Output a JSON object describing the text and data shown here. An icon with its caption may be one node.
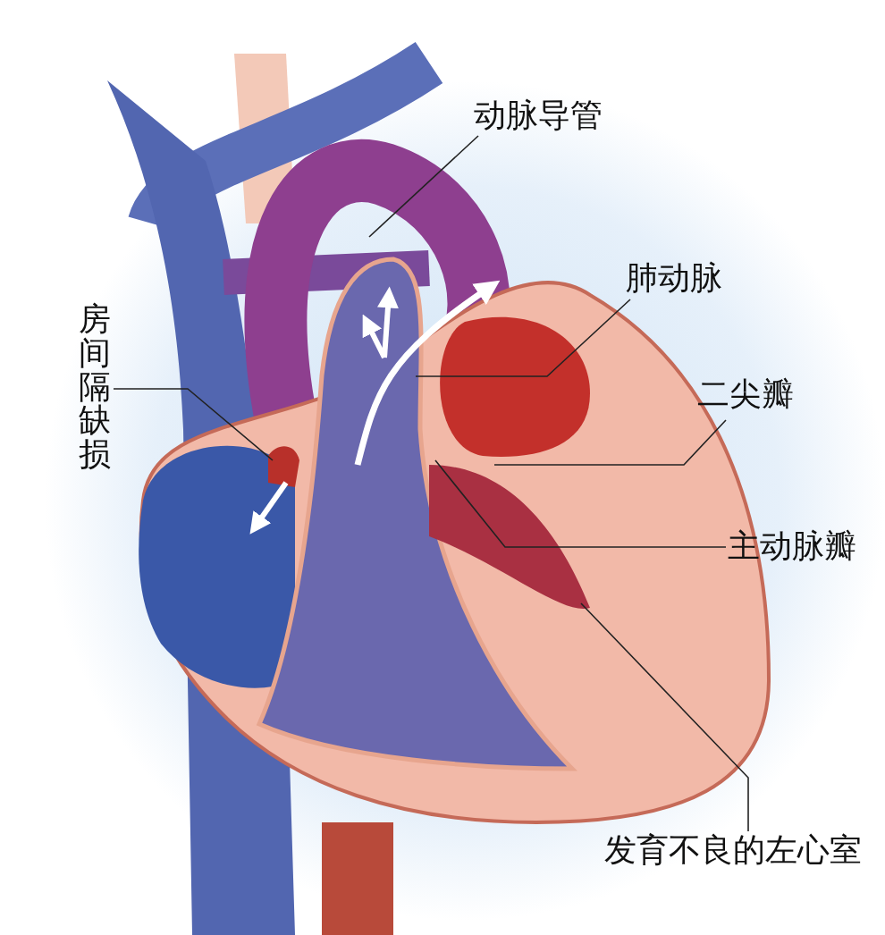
{
  "diagram": {
    "nodes": [
      {
        "text": [
          "动脉导管"
        ]
      },
      {
        "text": [
          "肺动脉"
        ]
      },
      {
        "text": [
          "二尖瓣"
        ]
      },
      {
        "text": [
          "主动脉瓣"
        ]
      },
      {
        "text": [
          "发育不良的左心室"
        ]
      },
      {
        "text": [
          "房间隔缺损"
        ]
      }
    ],
    "edges": [
      {
        "from": 0,
        "to": null,
        "arrow": "none"
      },
      {
        "from": 1,
        "to": null,
        "arrow": "none"
      },
      {
        "from": 2,
        "to": null,
        "arrow": "none"
      },
      {
        "from": 3,
        "to": null,
        "arrow": "none"
      },
      {
        "from": 4,
        "to": null,
        "arrow": "none"
      },
      {
        "from": 5,
        "to": null,
        "arrow": "none"
      }
    ]
  }
}
